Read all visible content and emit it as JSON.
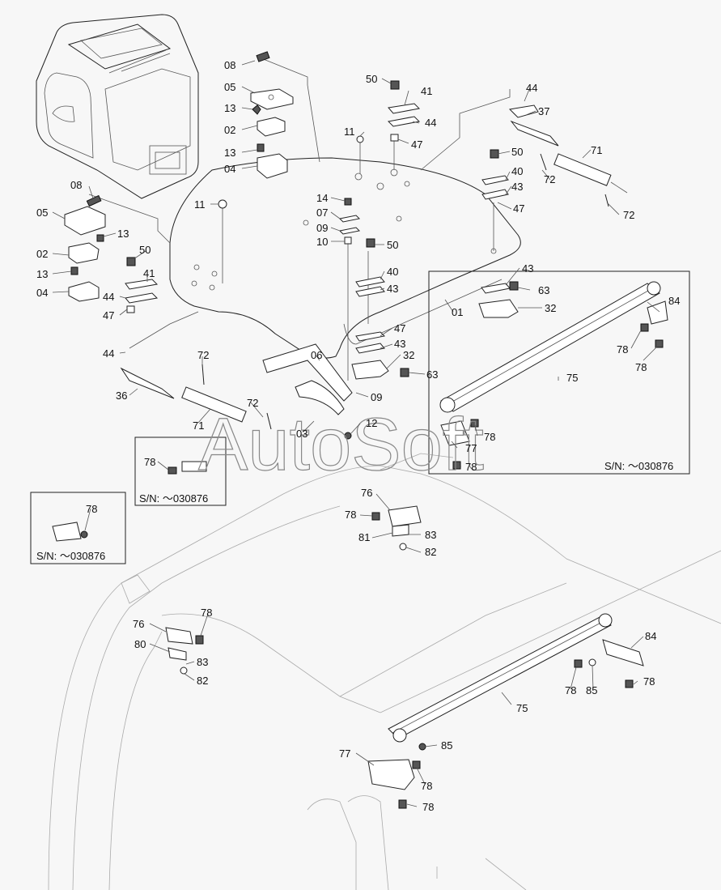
{
  "diagram": {
    "watermark": "AutoSoft",
    "serial_notes": {
      "box_right": "S/N: ～030876",
      "box_mid": "S/N: ～030876",
      "box_left": "S/N: ～030876"
    },
    "labels": [
      {
        "id": "l01",
        "text": "08"
      },
      {
        "id": "l02",
        "text": "05"
      },
      {
        "id": "l03",
        "text": "13"
      },
      {
        "id": "l04",
        "text": "02"
      },
      {
        "id": "l05",
        "text": "13"
      },
      {
        "id": "l06",
        "text": "04"
      },
      {
        "id": "l07",
        "text": "50"
      },
      {
        "id": "l08",
        "text": "41"
      },
      {
        "id": "l09",
        "text": "44"
      },
      {
        "id": "l10",
        "text": "47"
      },
      {
        "id": "l11",
        "text": "11"
      },
      {
        "id": "l12",
        "text": "44"
      },
      {
        "id": "l13",
        "text": "37"
      },
      {
        "id": "l14",
        "text": "71"
      },
      {
        "id": "l15",
        "text": "72"
      },
      {
        "id": "l16",
        "text": "72"
      },
      {
        "id": "l17",
        "text": "50"
      },
      {
        "id": "l18",
        "text": "40"
      },
      {
        "id": "l19",
        "text": "43"
      },
      {
        "id": "l20",
        "text": "47"
      },
      {
        "id": "l21",
        "text": "08"
      },
      {
        "id": "l22",
        "text": "05"
      },
      {
        "id": "l23",
        "text": "13"
      },
      {
        "id": "l24",
        "text": "02"
      },
      {
        "id": "l25",
        "text": "13"
      },
      {
        "id": "l26",
        "text": "04"
      },
      {
        "id": "l27",
        "text": "11"
      },
      {
        "id": "l28",
        "text": "14"
      },
      {
        "id": "l29",
        "text": "07"
      },
      {
        "id": "l30",
        "text": "09"
      },
      {
        "id": "l31",
        "text": "10"
      },
      {
        "id": "l32",
        "text": "50"
      },
      {
        "id": "l33",
        "text": "40"
      },
      {
        "id": "l34",
        "text": "43"
      },
      {
        "id": "l35",
        "text": "50"
      },
      {
        "id": "l36",
        "text": "41"
      },
      {
        "id": "l37",
        "text": "44"
      },
      {
        "id": "l38",
        "text": "47"
      },
      {
        "id": "l39",
        "text": "43"
      },
      {
        "id": "l40",
        "text": "63"
      },
      {
        "id": "l41",
        "text": "32"
      },
      {
        "id": "l42",
        "text": "01"
      },
      {
        "id": "l43",
        "text": "47"
      },
      {
        "id": "l44",
        "text": "43"
      },
      {
        "id": "l45",
        "text": "32"
      },
      {
        "id": "l46",
        "text": "63"
      },
      {
        "id": "l47",
        "text": "84"
      },
      {
        "id": "l48",
        "text": "78"
      },
      {
        "id": "l49",
        "text": "78"
      },
      {
        "id": "l50",
        "text": "44"
      },
      {
        "id": "l51",
        "text": "72"
      },
      {
        "id": "l52",
        "text": "06"
      },
      {
        "id": "l53",
        "text": "36"
      },
      {
        "id": "l54",
        "text": "09"
      },
      {
        "id": "l55",
        "text": "72"
      },
      {
        "id": "l56",
        "text": "71"
      },
      {
        "id": "l57",
        "text": "03"
      },
      {
        "id": "l58",
        "text": "12"
      },
      {
        "id": "l59",
        "text": "75"
      },
      {
        "id": "l60",
        "text": "78"
      },
      {
        "id": "l61",
        "text": "77"
      },
      {
        "id": "l62",
        "text": "78"
      },
      {
        "id": "l63",
        "text": "78"
      },
      {
        "id": "l64",
        "text": "78"
      },
      {
        "id": "l65",
        "text": "76"
      },
      {
        "id": "l66",
        "text": "78"
      },
      {
        "id": "l67",
        "text": "81"
      },
      {
        "id": "l68",
        "text": "83"
      },
      {
        "id": "l69",
        "text": "82"
      },
      {
        "id": "l70",
        "text": "78"
      },
      {
        "id": "l71",
        "text": "76"
      },
      {
        "id": "l72",
        "text": "80"
      },
      {
        "id": "l73",
        "text": "83"
      },
      {
        "id": "l74",
        "text": "82"
      },
      {
        "id": "l75",
        "text": "84"
      },
      {
        "id": "l76",
        "text": "78"
      },
      {
        "id": "l77",
        "text": "85"
      },
      {
        "id": "l78",
        "text": "78"
      },
      {
        "id": "l79",
        "text": "75"
      },
      {
        "id": "l80",
        "text": "77"
      },
      {
        "id": "l81",
        "text": "85"
      },
      {
        "id": "l82",
        "text": "78"
      },
      {
        "id": "l83",
        "text": "78"
      }
    ]
  }
}
